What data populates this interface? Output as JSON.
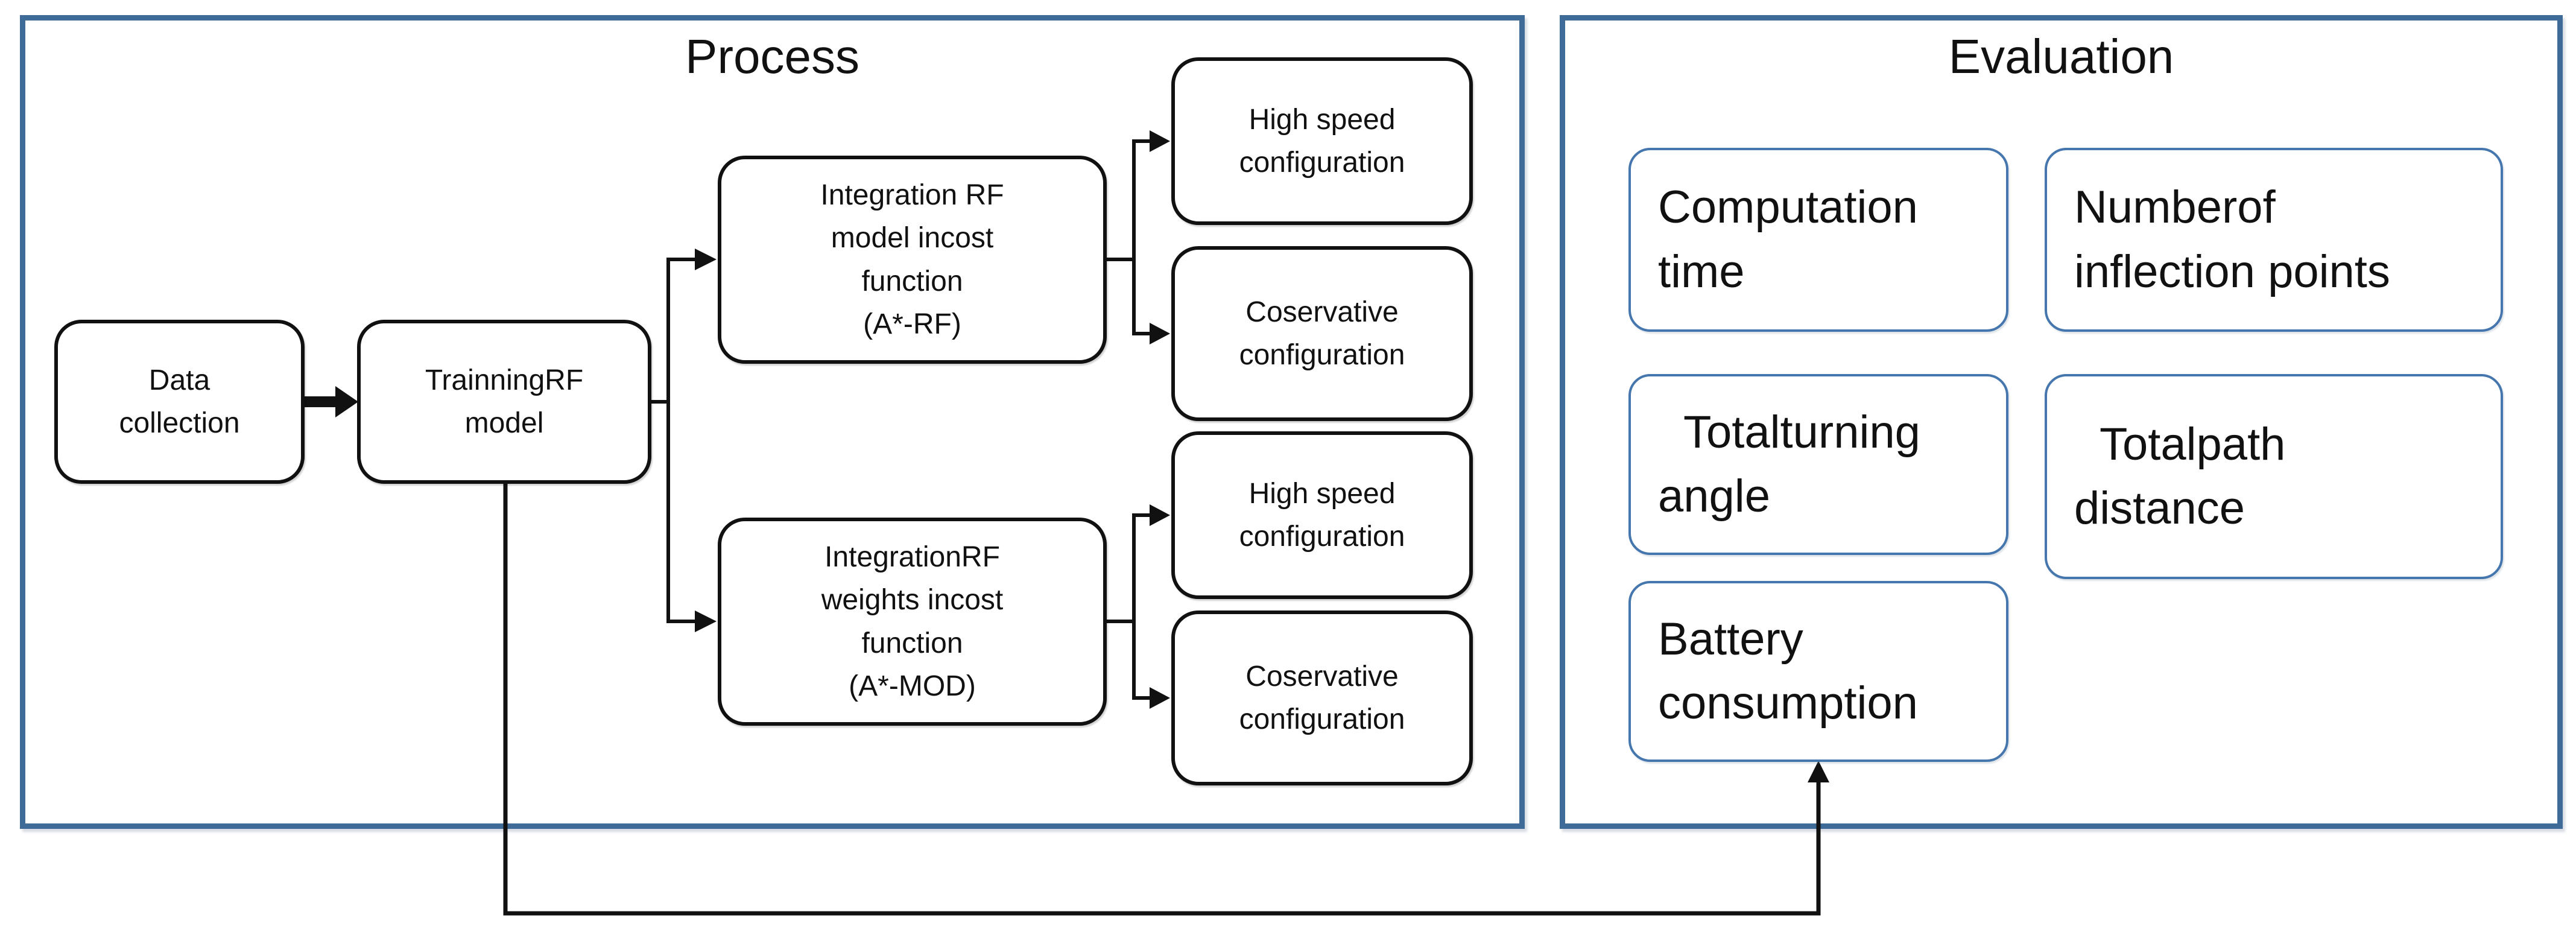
{
  "panels": {
    "process": {
      "title": "Process"
    },
    "evaluation": {
      "title": "Evaluation"
    }
  },
  "process_boxes": {
    "data_collection": {
      "line1": "Data",
      "line2": "collection"
    },
    "trainning_rf": {
      "line1": "TrainningRF",
      "line2": "model"
    },
    "integration_rf_model": {
      "line1": "Integration RF",
      "line2": "model incost",
      "line3": "function",
      "line4": "(A*-RF)"
    },
    "integration_rf_weights": {
      "line1": "IntegrationRF",
      "line2": "weights incost",
      "line3": "function",
      "line4": "(A*-MOD)"
    },
    "high_speed_1": {
      "line1": "High speed",
      "line2": "configuration"
    },
    "conservative_1": {
      "line1": "Coservative",
      "line2": "configuration"
    },
    "high_speed_2": {
      "line1": "High speed",
      "line2": "configuration"
    },
    "conservative_2": {
      "line1": "Coservative",
      "line2": "configuration"
    }
  },
  "evaluation_boxes": {
    "computation_time": {
      "line1": "Computation",
      "line2": "time"
    },
    "number_inflection": {
      "line1": "Numberof",
      "line2": "inflection points"
    },
    "total_turning": {
      "line1": "Totalturning",
      "line2": "angle"
    },
    "total_path": {
      "line1": "Totalpath",
      "line2": "distance"
    },
    "battery": {
      "line1": "Battery",
      "line2": "consumption"
    }
  },
  "colors": {
    "panel-border": "#3f6b99",
    "eval-box-border": "#4576ad",
    "line": "#111111"
  }
}
